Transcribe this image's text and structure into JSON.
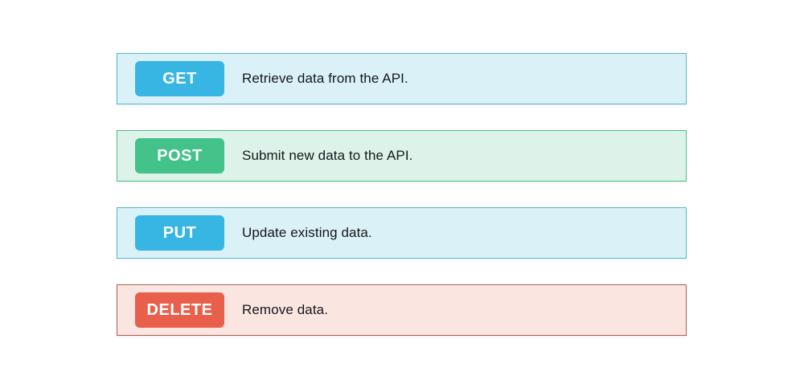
{
  "page": {
    "background": "#ffffff"
  },
  "rows": [
    {
      "method": "GET",
      "description": "Retrieve data from the API.",
      "colors": {
        "badge": "#38b6e3",
        "badge_text": "#ffffff",
        "background": "#dbf1f8",
        "border": "#55b7c9",
        "text": "#15181b"
      }
    },
    {
      "method": "POST",
      "description": "Submit new data to the API.",
      "colors": {
        "badge": "#43c289",
        "badge_text": "#ffffff",
        "background": "#ddf3e9",
        "border": "#4fbb8d",
        "text": "#15181b"
      }
    },
    {
      "method": "PUT",
      "description": "Update existing data.",
      "colors": {
        "badge": "#38b6e3",
        "badge_text": "#ffffff",
        "background": "#dbf1f8",
        "border": "#55b7c9",
        "text": "#15181b"
      }
    },
    {
      "method": "DELETE",
      "description": "Remove data.",
      "colors": {
        "badge": "#e8604c",
        "badge_text": "#ffffff",
        "background": "#fbe5e0",
        "border": "#ad5d52",
        "text": "#15181b"
      }
    }
  ]
}
